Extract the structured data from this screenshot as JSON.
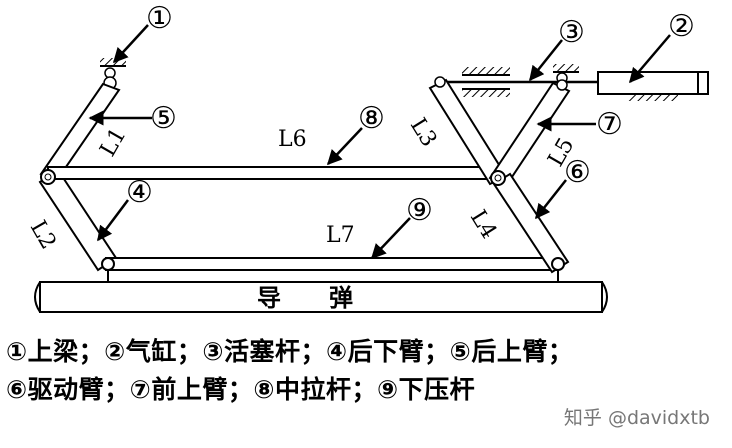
{
  "diagram": {
    "marker_labels": [
      "①",
      "②",
      "③",
      "④",
      "⑤",
      "⑥",
      "⑦",
      "⑧",
      "⑨"
    ],
    "link_labels": {
      "L1": "L1",
      "L2": "L2",
      "L3": "L3",
      "L4": "L4",
      "L5": "L5",
      "L6": "L6",
      "L7": "L7"
    },
    "missile_label": "导　　弹"
  },
  "legend": {
    "line1": "①上梁；②气缸；③活塞杆；④后下臂；⑤后上臂；",
    "line2": "⑥驱动臂；⑦前上臂；⑧中拉杆；⑨下压杆"
  },
  "watermark": "知乎 @davidxtb"
}
